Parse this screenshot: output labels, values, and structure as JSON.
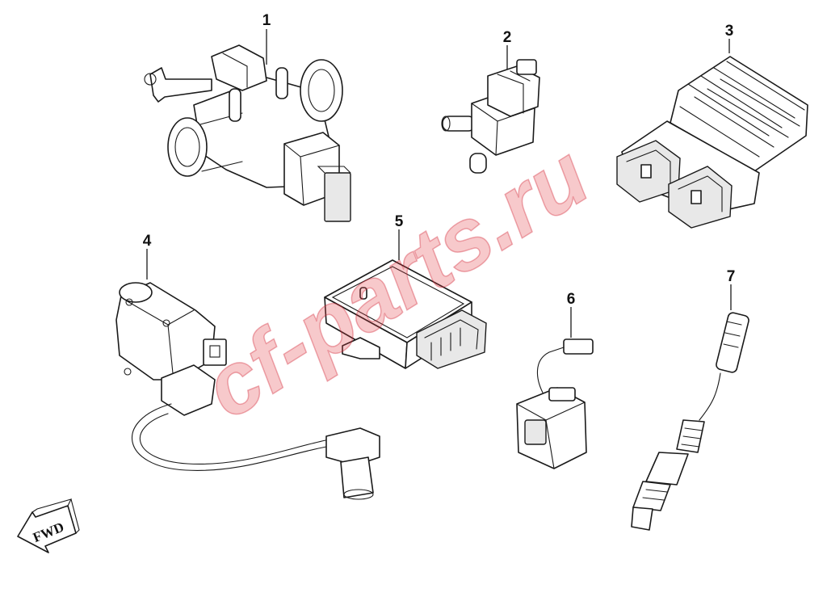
{
  "parts": [
    {
      "number": "1"
    },
    {
      "number": "2"
    },
    {
      "number": "3"
    },
    {
      "number": "4"
    },
    {
      "number": "5"
    },
    {
      "number": "6"
    },
    {
      "number": "7"
    }
  ],
  "watermark": "cf-parts.ru",
  "direction_marker": "FWD",
  "colors": {
    "line": "#1a1a1a",
    "watermark": "#e03c46",
    "background": "#ffffff"
  }
}
